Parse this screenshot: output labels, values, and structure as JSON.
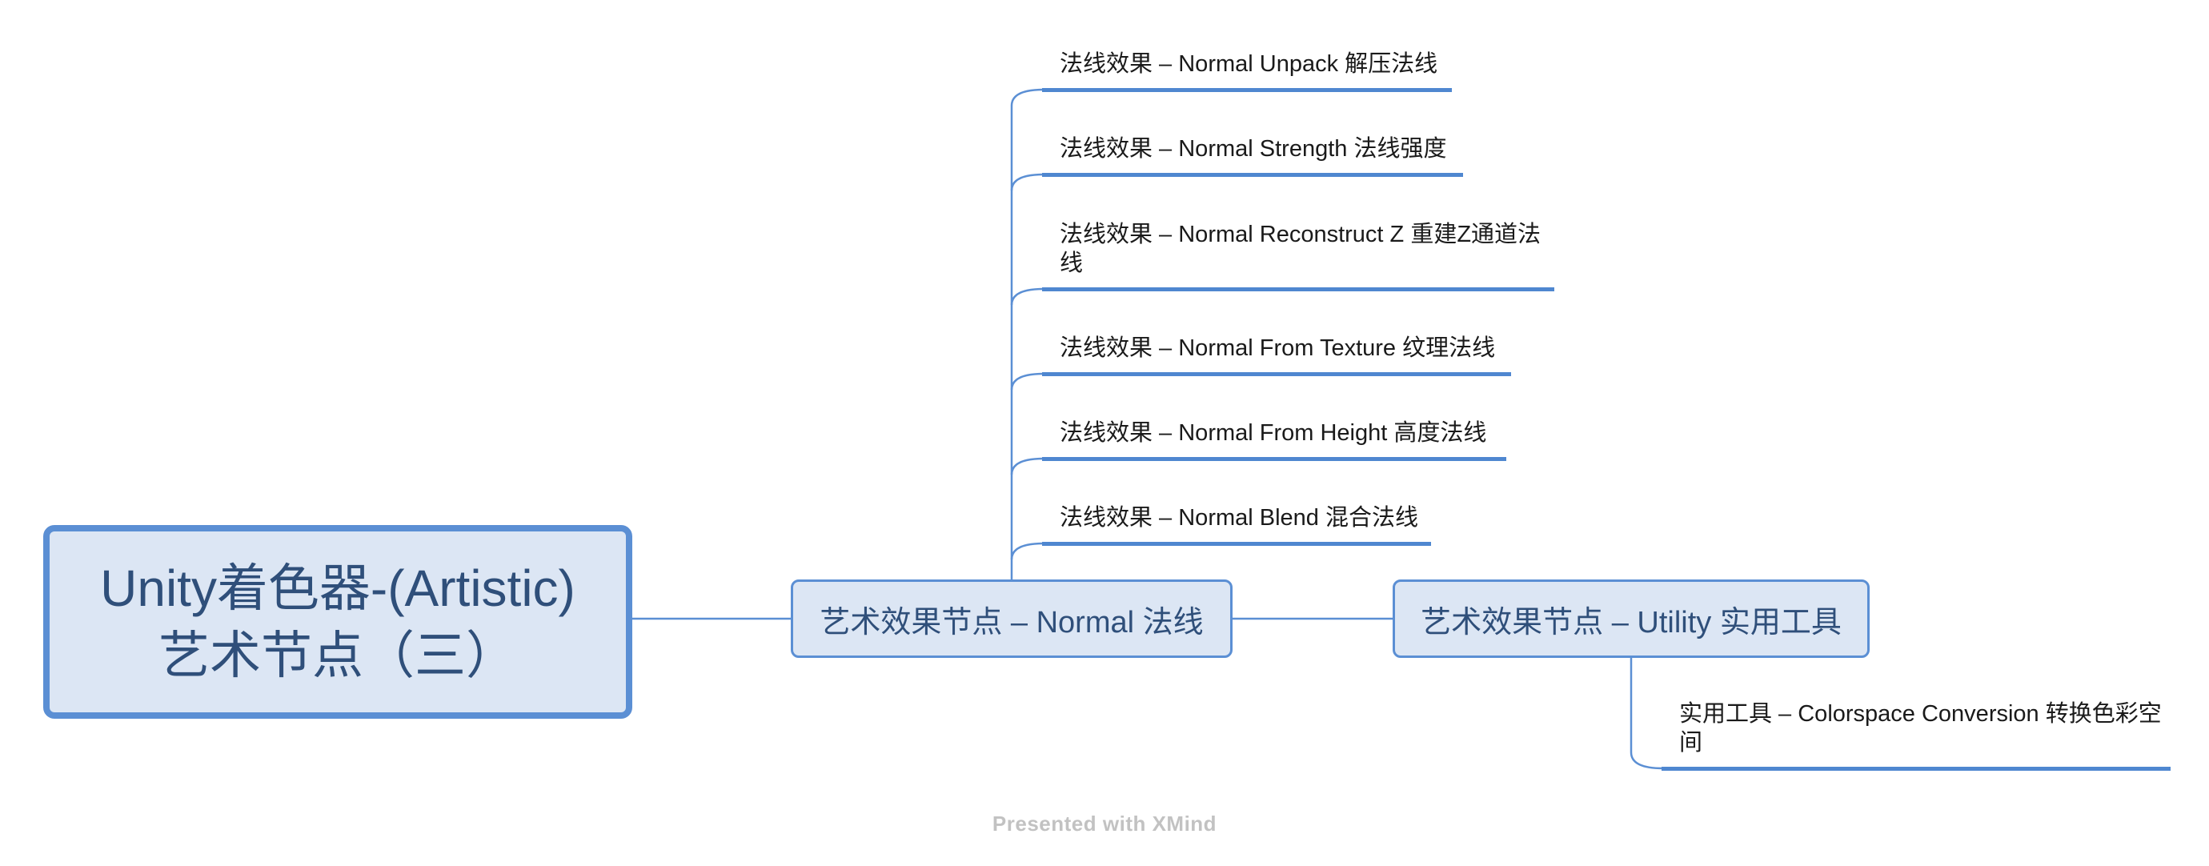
{
  "root": {
    "line1": "Unity着色器-(Artistic)",
    "line2": "艺术节点（三）"
  },
  "branches": {
    "normal": {
      "label": "艺术效果节点 – Normal 法线",
      "children": [
        "法线效果 – Normal Unpack 解压法线",
        "法线效果 – Normal Strength 法线强度",
        "法线效果 – Normal Reconstruct Z 重建Z通道法线",
        "法线效果 – Normal From Texture 纹理法线",
        "法线效果 – Normal From Height 高度法线",
        "法线效果 – Normal Blend 混合法线"
      ]
    },
    "utility": {
      "label": "艺术效果节点 – Utility 实用工具",
      "children": [
        "实用工具 – Colorspace Conversion 转换色彩空间"
      ]
    }
  },
  "watermark": "Presented with XMind",
  "colors": {
    "line": "#5b8fd4",
    "node_fill": "#dce6f4",
    "node_text": "#2f4f7a",
    "leaf_underline": "#4f87d0"
  }
}
